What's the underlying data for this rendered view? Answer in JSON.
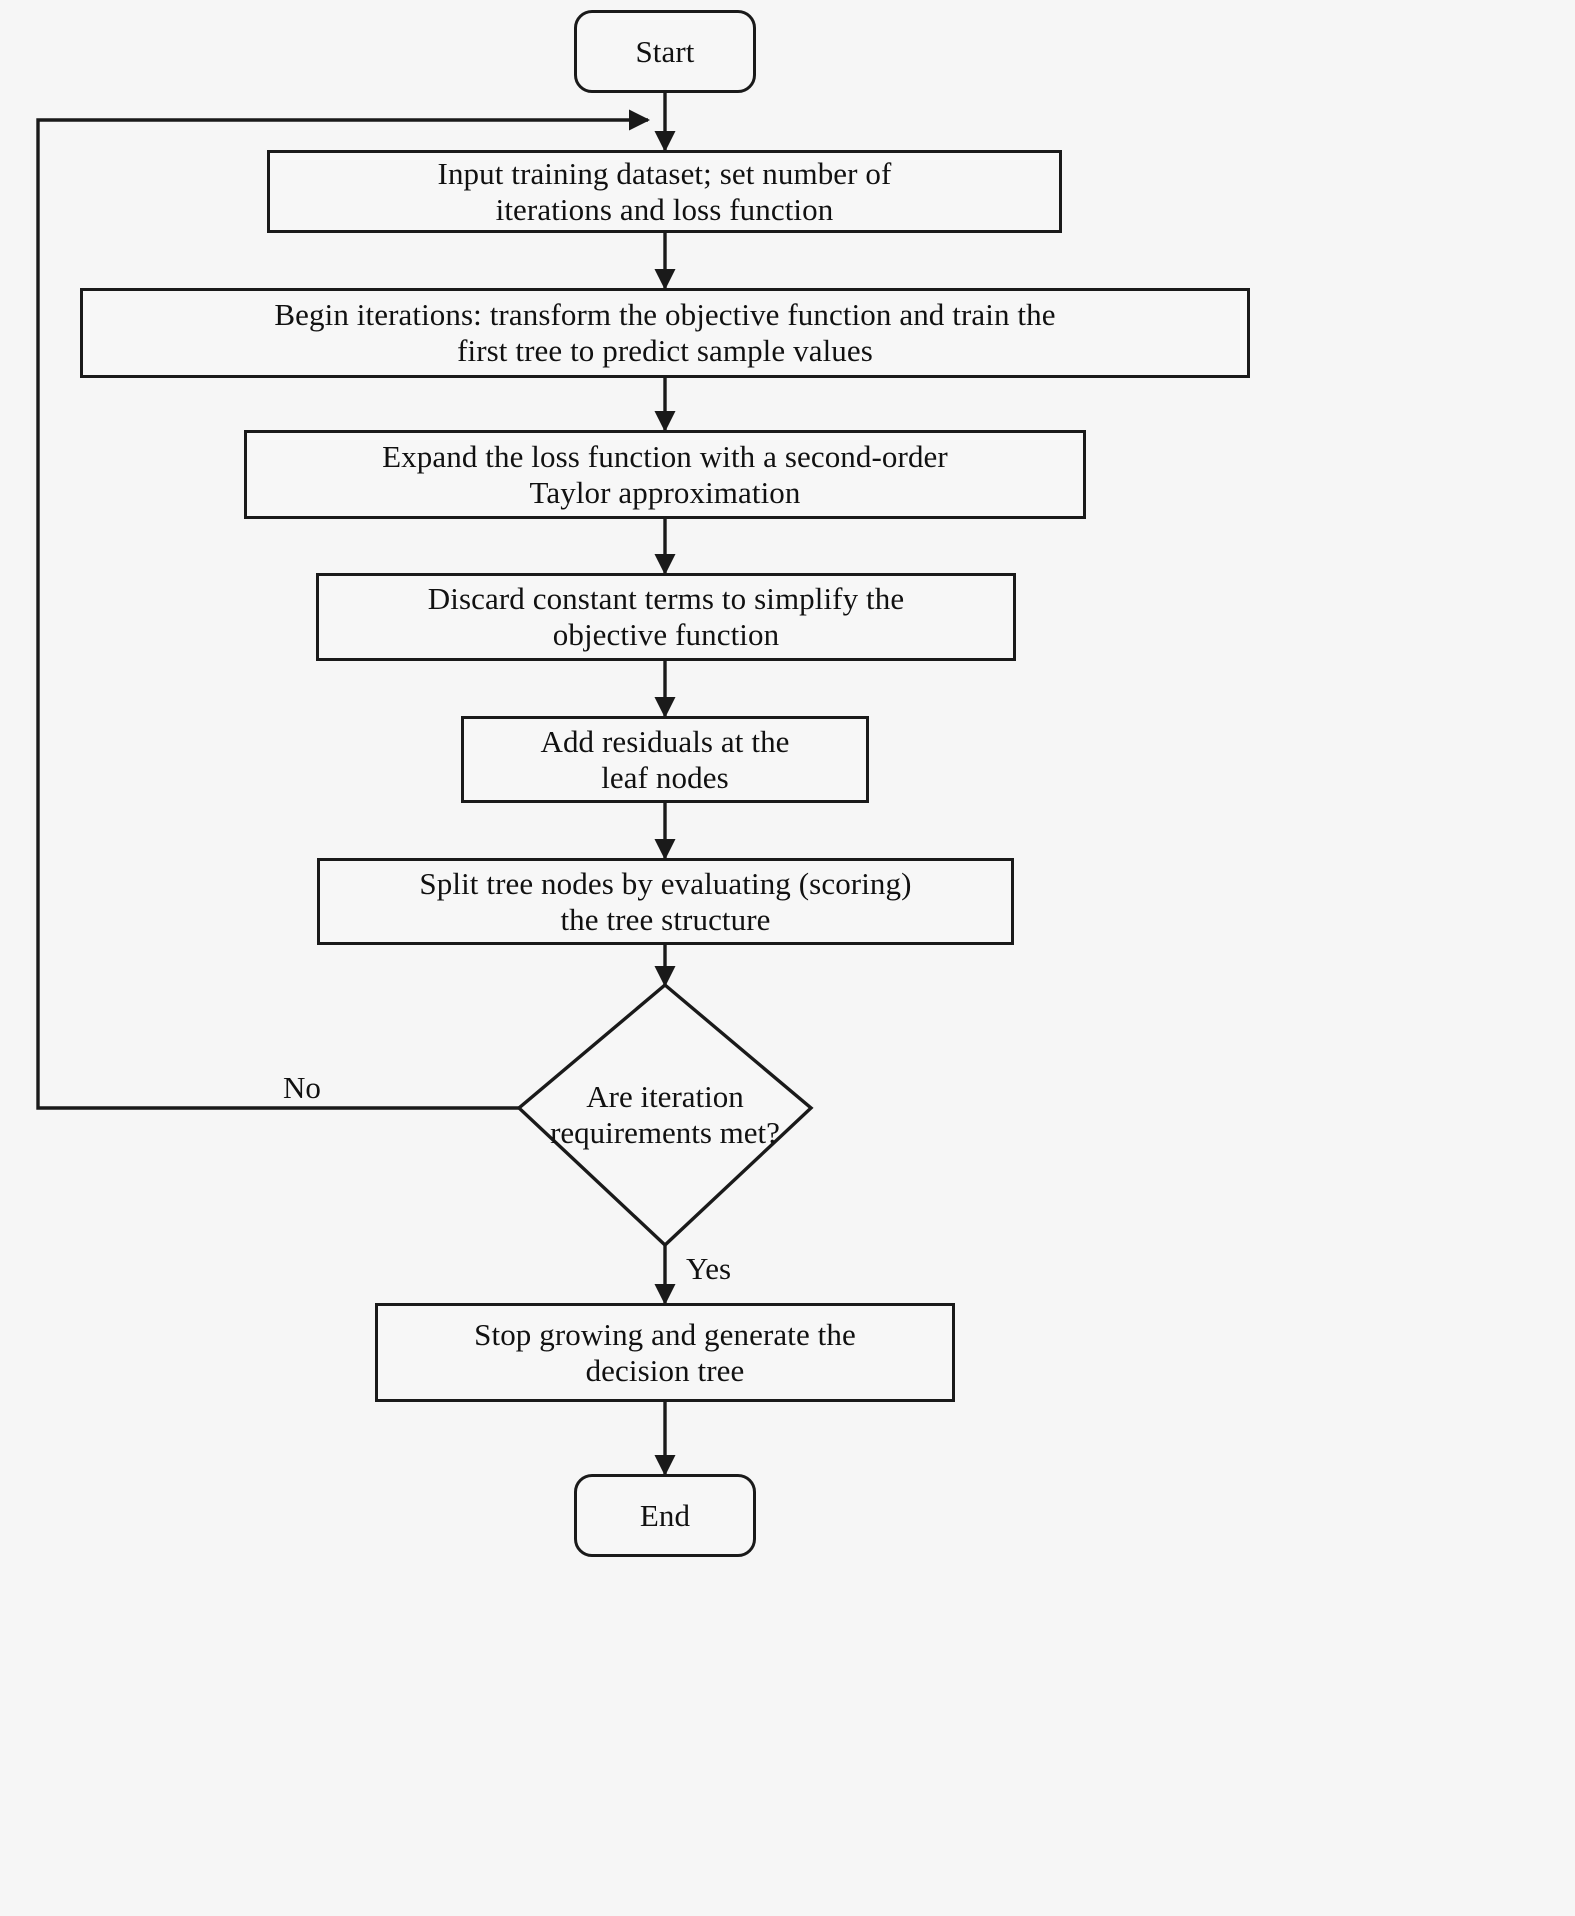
{
  "diagram": {
    "type": "flowchart",
    "title": "XGBoost decision tree training flowchart",
    "background_color": "#f6f6f6",
    "line_color": "#1a1a1a",
    "text_color": "#111111",
    "nodes": [
      {
        "id": "start",
        "shape": "terminator",
        "label": "Start"
      },
      {
        "id": "input",
        "shape": "process",
        "label": "Input training dataset; set number of\niterations and loss function"
      },
      {
        "id": "begin",
        "shape": "process",
        "label": "Begin iterations: transform the objective function and train the\nfirst tree to predict sample values"
      },
      {
        "id": "expand",
        "shape": "process",
        "label": "Expand the loss function with a second-order\nTaylor approximation"
      },
      {
        "id": "discard",
        "shape": "process",
        "label": "Discard constant terms to simplify the\nobjective function"
      },
      {
        "id": "residual",
        "shape": "process",
        "label": "Add residuals at the\nleaf nodes"
      },
      {
        "id": "split",
        "shape": "process",
        "label": "Split tree nodes by evaluating (scoring)\nthe tree structure"
      },
      {
        "id": "decision",
        "shape": "diamond",
        "label": "Are iteration\nrequirements met?"
      },
      {
        "id": "stop",
        "shape": "process",
        "label": "Stop growing and generate the\ndecision tree"
      },
      {
        "id": "end",
        "shape": "terminator",
        "label": "End"
      }
    ],
    "edge_labels": {
      "no": "No",
      "yes": "Yes"
    }
  }
}
